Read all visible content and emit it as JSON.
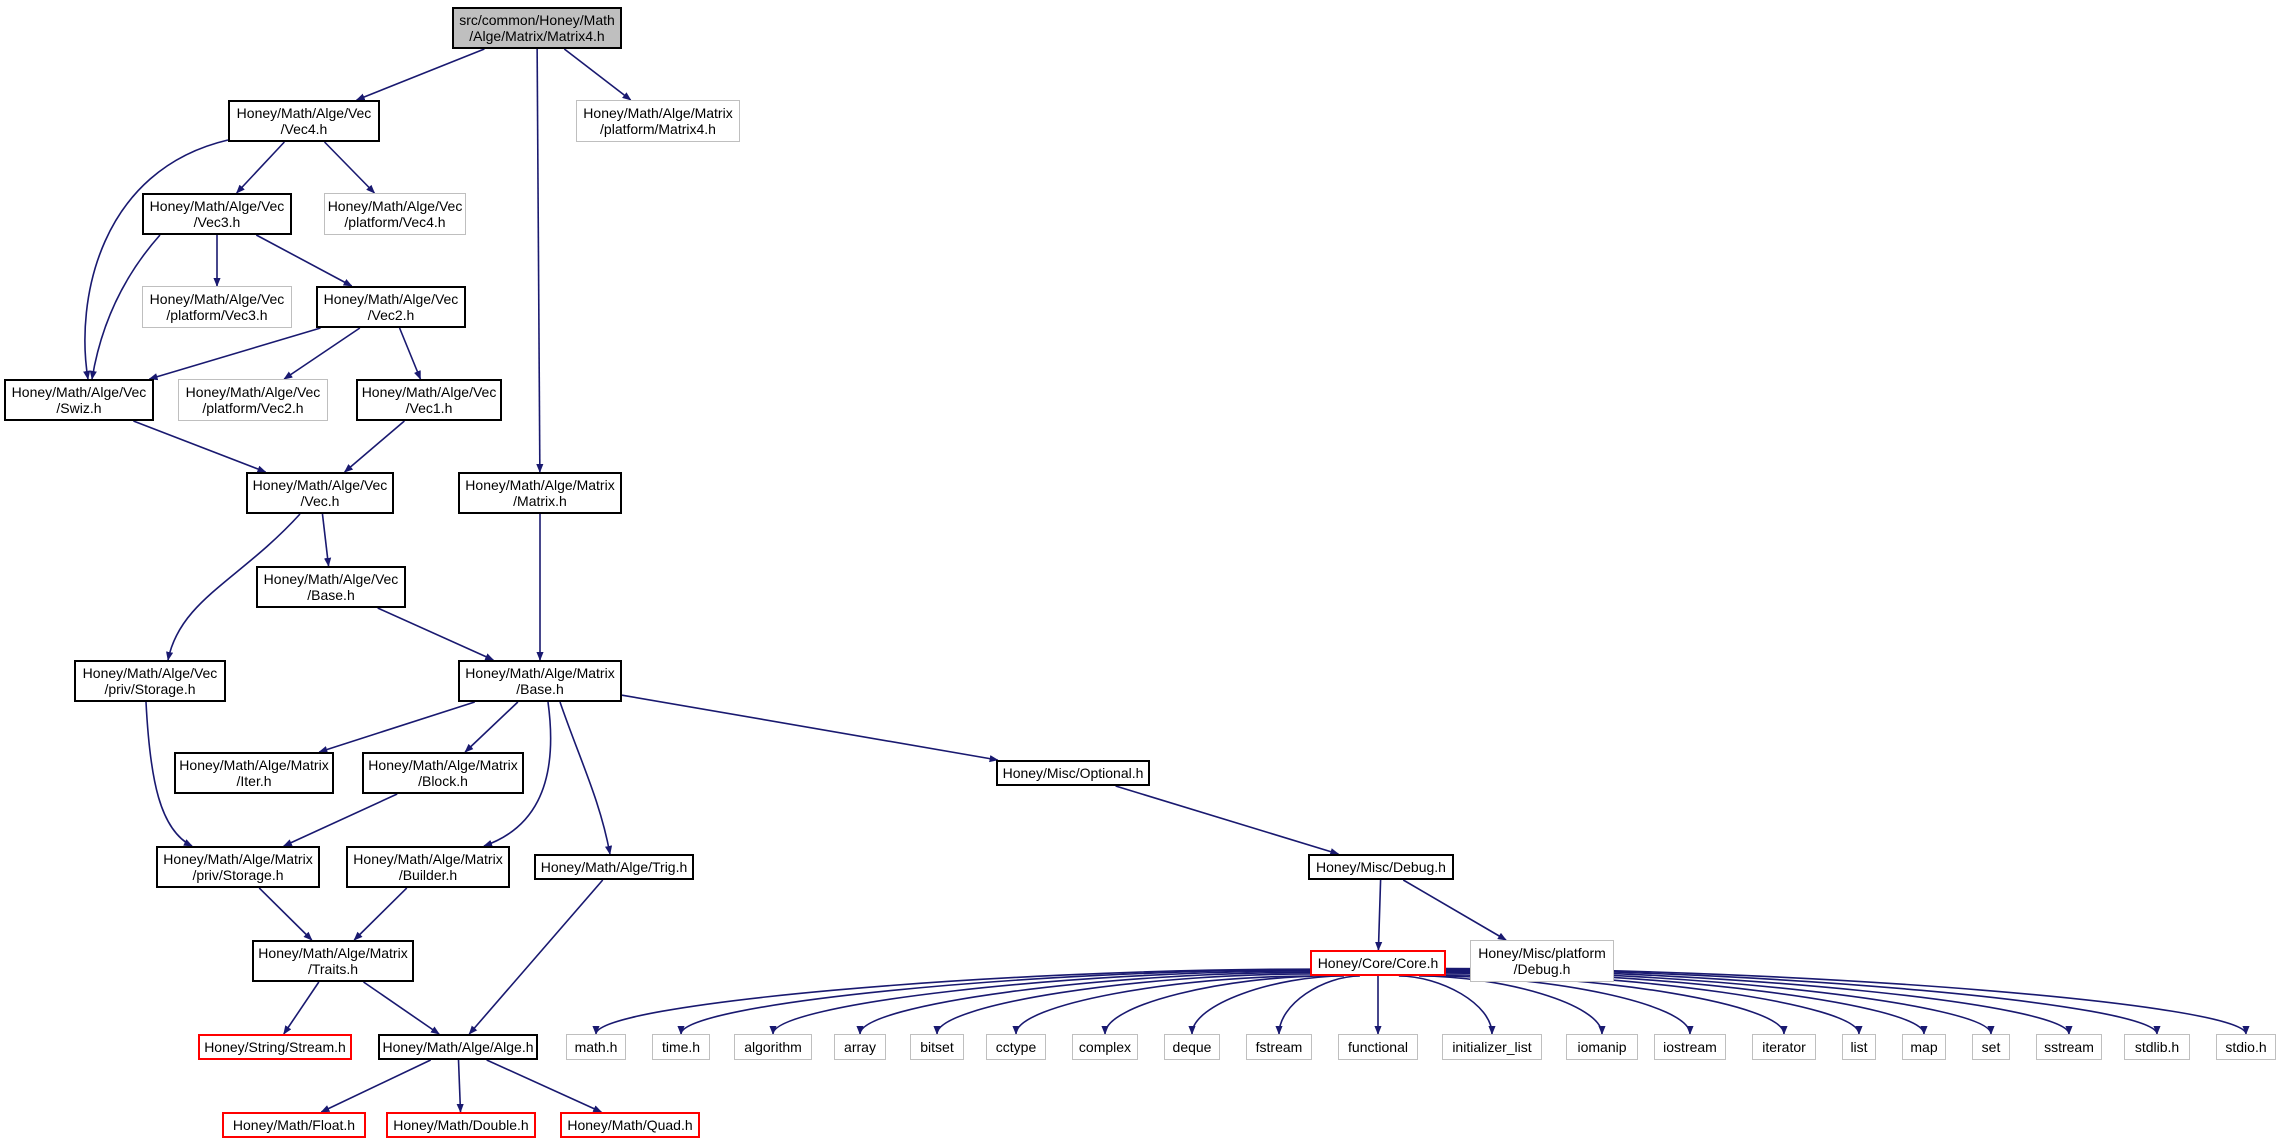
{
  "diagram": {
    "edge_color": "#191970",
    "nodes": {
      "matrix4": "src/common/Honey/Math\n/Alge/Matrix/Matrix4.h",
      "vec4": "Honey/Math/Alge/Vec\n/Vec4.h",
      "plat_matrix4": "Honey/Math/Alge/Matrix\n/platform/Matrix4.h",
      "vec3": "Honey/Math/Alge/Vec\n/Vec3.h",
      "plat_vec4": "Honey/Math/Alge/Vec\n/platform/Vec4.h",
      "plat_vec3": "Honey/Math/Alge/Vec\n/platform/Vec3.h",
      "vec2": "Honey/Math/Alge/Vec\n/Vec2.h",
      "swiz": "Honey/Math/Alge/Vec\n/Swiz.h",
      "plat_vec2": "Honey/Math/Alge/Vec\n/platform/Vec2.h",
      "vec1": "Honey/Math/Alge/Vec\n/Vec1.h",
      "vec": "Honey/Math/Alge/Vec\n/Vec.h",
      "matrix": "Honey/Math/Alge/Matrix\n/Matrix.h",
      "vec_base": "Honey/Math/Alge/Vec\n/Base.h",
      "vec_storage": "Honey/Math/Alge/Vec\n/priv/Storage.h",
      "mat_base": "Honey/Math/Alge/Matrix\n/Base.h",
      "iter": "Honey/Math/Alge/Matrix\n/Iter.h",
      "block": "Honey/Math/Alge/Matrix\n/Block.h",
      "optional": "Honey/Misc/Optional.h",
      "mat_storage": "Honey/Math/Alge/Matrix\n/priv/Storage.h",
      "builder": "Honey/Math/Alge/Matrix\n/Builder.h",
      "trig": "Honey/Math/Alge/Trig.h",
      "debug": "Honey/Misc/Debug.h",
      "traits": "Honey/Math/Alge/Matrix\n/Traits.h",
      "core": "Honey/Core/Core.h",
      "plat_debug": "Honey/Misc/platform\n/Debug.h",
      "stream": "Honey/String/Stream.h",
      "alge": "Honey/Math/Alge/Alge.h",
      "math_h": "math.h",
      "time_h": "time.h",
      "algorithm": "algorithm",
      "array": "array",
      "bitset": "bitset",
      "cctype": "cctype",
      "complex": "complex",
      "deque": "deque",
      "fstream": "fstream",
      "functional": "functional",
      "initializer_list": "initializer_list",
      "iomanip": "iomanip",
      "iostream": "iostream",
      "iterator": "iterator",
      "list": "list",
      "map": "map",
      "set": "set",
      "sstream": "sstream",
      "stdlib_h": "stdlib.h",
      "stdio_h": "stdio.h",
      "float_h": "Honey/Math/Float.h",
      "double_h": "Honey/Math/Double.h",
      "quad_h": "Honey/Math/Quad.h"
    }
  }
}
